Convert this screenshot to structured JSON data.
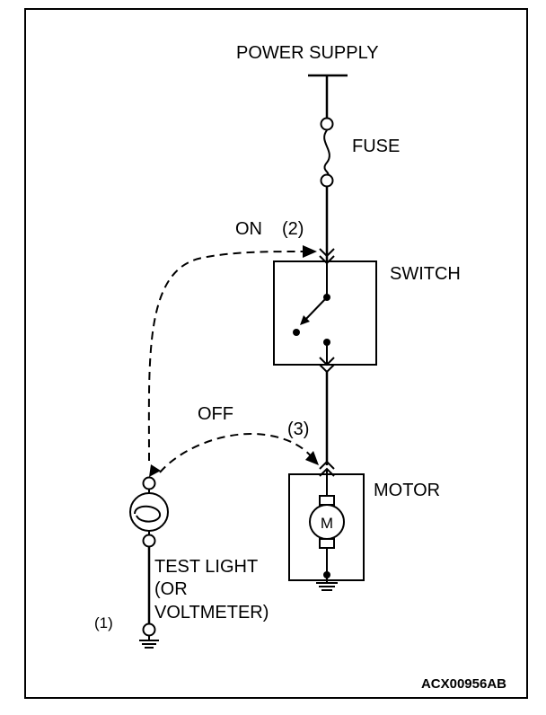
{
  "labels": {
    "power_supply": "POWER SUPPLY",
    "fuse": "FUSE",
    "on": "ON",
    "on_num": "(2)",
    "switch": "SWITCH",
    "off": "OFF",
    "off_num": "(3)",
    "motor": "MOTOR",
    "motor_symbol": "M",
    "test_light_1": "TEST LIGHT",
    "test_light_2": "(OR",
    "test_light_3": "VOLTMETER)",
    "ground_num": "(1)",
    "figure_code": "ACX00956AB"
  }
}
